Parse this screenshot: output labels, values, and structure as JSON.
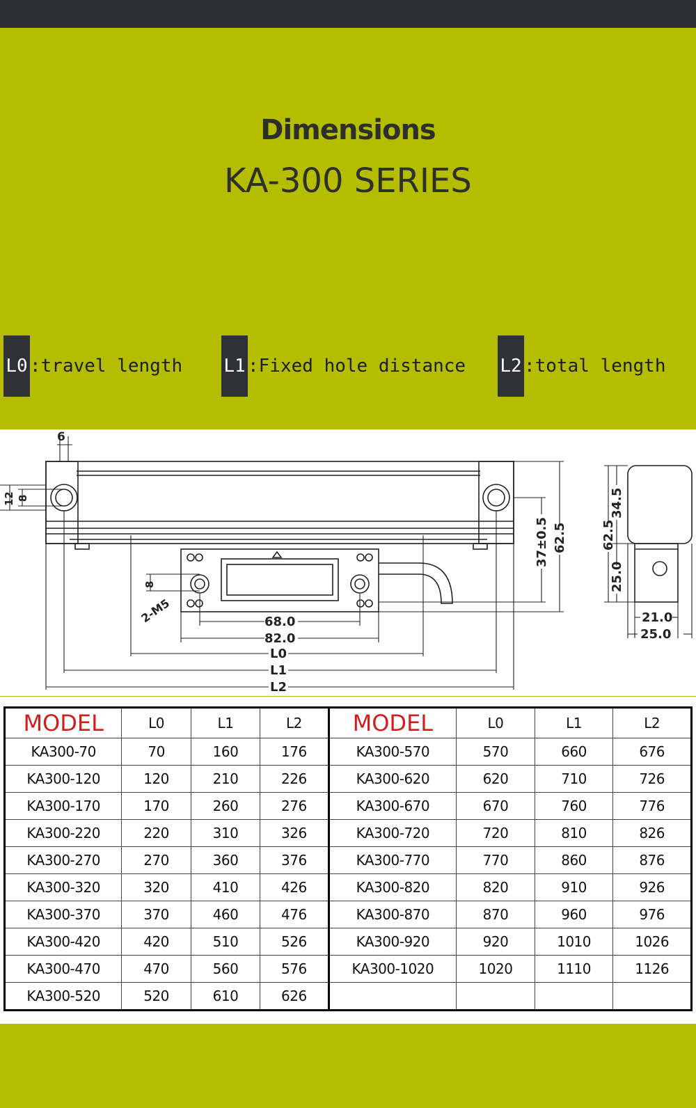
{
  "header": {
    "title": "Dimensions",
    "subtitle": "KA-300 SERIES"
  },
  "legend": [
    {
      "key": "L0",
      "desc": ":travel length"
    },
    {
      "key": "L1",
      "desc": ":Fixed hole distance"
    },
    {
      "key": "L2",
      "desc": ":total length"
    }
  ],
  "drawing": {
    "labels": {
      "d6": "6",
      "d12": "12",
      "d8_left": "8",
      "d8_head": "8",
      "m5": "2-M5",
      "d68": "68.0",
      "d82": "82.0",
      "l0": "L0",
      "l1": "L1",
      "l2": "L2",
      "d37": "37±0.5",
      "d62_5": "62.5",
      "side_62_5": "62.5",
      "side_34_5": "34.5",
      "side_25": "25.0",
      "side_21": "21.0",
      "side_25b": "25.0"
    }
  },
  "table": {
    "headers": [
      "MODEL",
      "L0",
      "L1",
      "L2",
      "MODEL",
      "L0",
      "L1",
      "L2"
    ],
    "left_rows": [
      [
        "KA300-70",
        "70",
        "160",
        "176"
      ],
      [
        "KA300-120",
        "120",
        "210",
        "226"
      ],
      [
        "KA300-170",
        "170",
        "260",
        "276"
      ],
      [
        "KA300-220",
        "220",
        "310",
        "326"
      ],
      [
        "KA300-270",
        "270",
        "360",
        "376"
      ],
      [
        "KA300-320",
        "320",
        "410",
        "426"
      ],
      [
        "KA300-370",
        "370",
        "460",
        "476"
      ],
      [
        "KA300-420",
        "420",
        "510",
        "526"
      ],
      [
        "KA300-470",
        "470",
        "560",
        "576"
      ],
      [
        "KA300-520",
        "520",
        "610",
        "626"
      ]
    ],
    "right_rows": [
      [
        "KA300-570",
        "570",
        "660",
        "676"
      ],
      [
        "KA300-620",
        "620",
        "710",
        "726"
      ],
      [
        "KA300-670",
        "670",
        "760",
        "776"
      ],
      [
        "KA300-720",
        "720",
        "810",
        "826"
      ],
      [
        "KA300-770",
        "770",
        "860",
        "876"
      ],
      [
        "KA300-820",
        "820",
        "910",
        "926"
      ],
      [
        "KA300-870",
        "870",
        "960",
        "976"
      ],
      [
        "KA300-920",
        "920",
        "1010",
        "1026"
      ],
      [
        "KA300-1020",
        "1020",
        "1110",
        "1126"
      ],
      [
        "",
        "",
        "",
        ""
      ]
    ]
  }
}
